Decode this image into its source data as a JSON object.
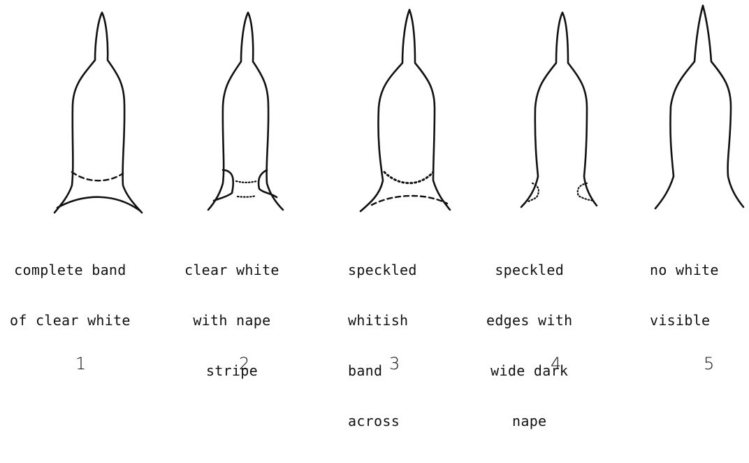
{
  "figure": {
    "panels": [
      {
        "caption_lines": [
          "complete band",
          "of clear white"
        ],
        "number": "1"
      },
      {
        "caption_lines": [
          "clear white",
          "with nape",
          "stripe"
        ],
        "number": "2"
      },
      {
        "caption_lines": [
          "speckled",
          "whitish",
          "band",
          "across"
        ],
        "number": "3"
      },
      {
        "caption_lines": [
          "speckled",
          "edges with",
          "wide dark",
          "nape"
        ],
        "number": "4"
      },
      {
        "caption_lines": [
          "no white",
          "visible"
        ],
        "number": "5"
      }
    ]
  }
}
